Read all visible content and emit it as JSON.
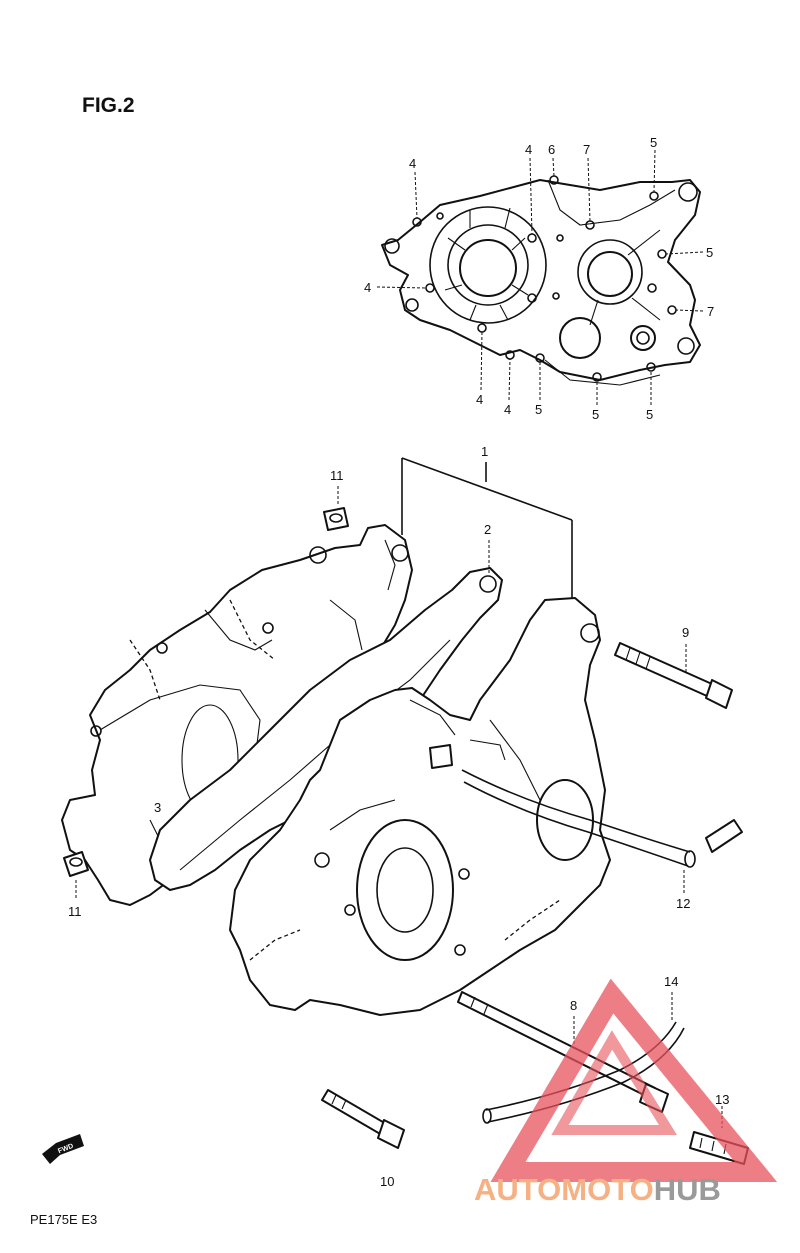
{
  "figure": {
    "title": "FIG.2",
    "model_code": "PE175E E3",
    "fwd_arrow_text": "FWD"
  },
  "callouts": {
    "c1": "1",
    "c2": "2",
    "c3": "3",
    "c4a": "4",
    "c4b": "4",
    "c4c": "4",
    "c4d": "4",
    "c4e": "4",
    "c5a": "5",
    "c5b": "5",
    "c5c": "5",
    "c5d": "5",
    "c5e": "5",
    "c6": "6",
    "c7a": "7",
    "c7b": "7",
    "c8": "8",
    "c9": "9",
    "c10": "10",
    "c11a": "11",
    "c11b": "11",
    "c12": "12",
    "c13": "13",
    "c14": "14"
  },
  "watermark": {
    "text_a": "AUTO",
    "text_b": "MOTO",
    "text_c": "HUB",
    "color_orange": "#f5b183",
    "color_gray": "#9a9a9a",
    "color_red": "#e8535c"
  }
}
